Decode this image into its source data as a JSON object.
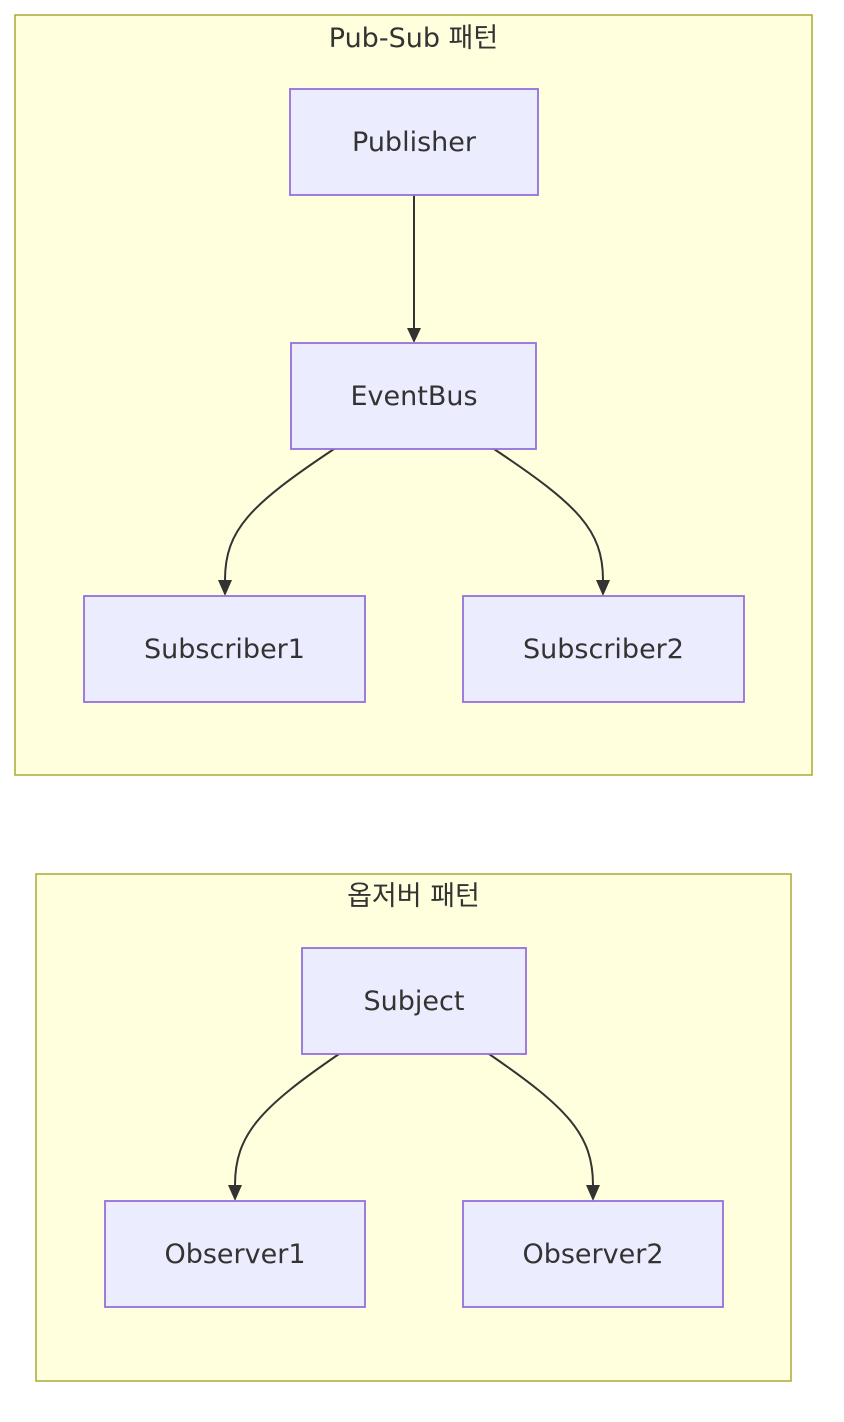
{
  "clusters": [
    {
      "id": "pubsub",
      "title": "Pub-Sub 패턴"
    },
    {
      "id": "observer",
      "title": "옵저버 패턴"
    }
  ],
  "nodes": {
    "publisher": "Publisher",
    "eventbus": "EventBus",
    "subscriber1": "Subscriber1",
    "subscriber2": "Subscriber2",
    "subject": "Subject",
    "observer1": "Observer1",
    "observer2": "Observer2"
  },
  "edges": [
    {
      "from": "publisher",
      "to": "eventbus"
    },
    {
      "from": "eventbus",
      "to": "subscriber1"
    },
    {
      "from": "eventbus",
      "to": "subscriber2"
    },
    {
      "from": "subject",
      "to": "observer1"
    },
    {
      "from": "subject",
      "to": "observer2"
    }
  ],
  "colors": {
    "cluster_fill": "#ffffde",
    "cluster_stroke": "#aaaa33",
    "node_fill": "#ececff",
    "node_stroke": "#9370db",
    "edge": "#333333",
    "text": "#333333"
  }
}
